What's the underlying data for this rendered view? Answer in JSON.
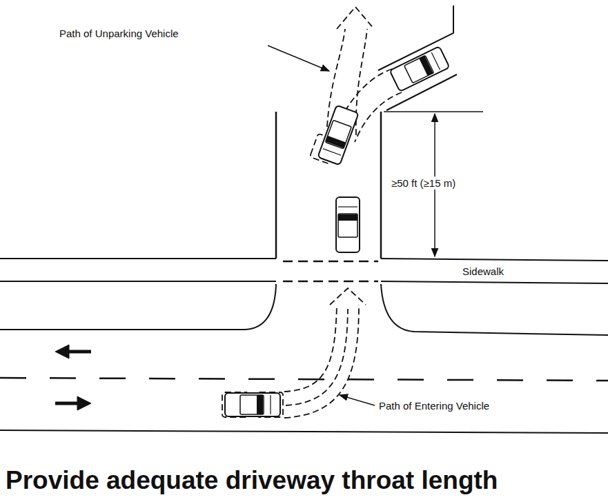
{
  "diagram": {
    "title": "Provide adequate driveway throat length",
    "labels": [
      "Path of Unparking Vehicle",
      "≥50 ft (≥15 m)",
      "Sidewalk",
      "Path of Entering Vehicle"
    ]
  }
}
